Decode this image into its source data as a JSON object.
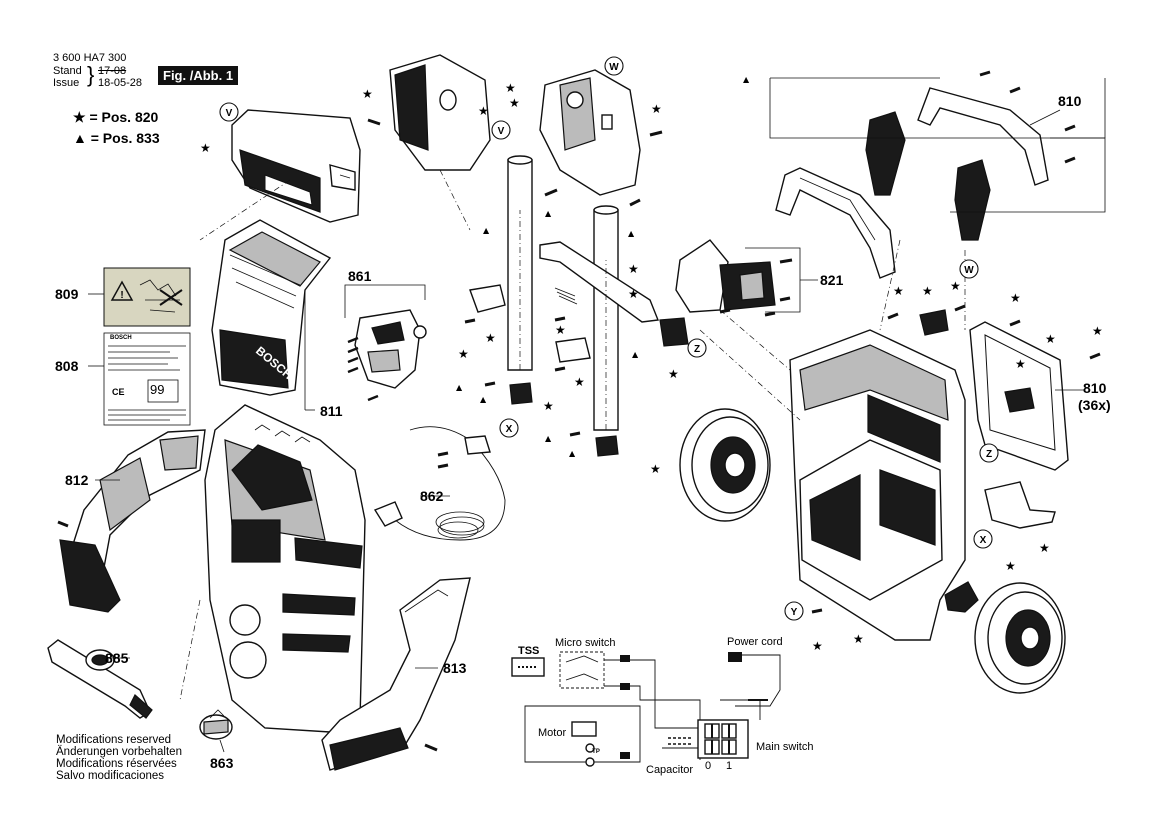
{
  "header": {
    "part_number": "3 600 HA7 300",
    "stand_label": "Stand",
    "issue_label": "Issue",
    "old_date": "17-08",
    "new_date": "18-05-28",
    "figure_label": "Fig. /Abb. 1"
  },
  "legend": {
    "star_text": "★ = Pos. 820",
    "triangle_text": "▲ = Pos. 833"
  },
  "callouts": {
    "p809": "809",
    "p808": "808",
    "p812": "812",
    "p885": "885",
    "p863": "863",
    "p811": "811",
    "p861": "861",
    "p862": "862",
    "p813": "813",
    "p821": "821",
    "p810_top": "810",
    "p810_right": "810",
    "p810_qty": "(36x)"
  },
  "view_markers": {
    "v": "V",
    "w": "W",
    "x": "X",
    "y": "Y",
    "z": "Z"
  },
  "label_808": {
    "brand": "BOSCH",
    "value": "99"
  },
  "wiring": {
    "tss": "TSS",
    "micro_switch": "Micro switch",
    "power_cord": "Power cord",
    "motor": "Motor",
    "capacitor": "Capacitor",
    "main_switch": "Main switch",
    "pos_0": "0",
    "pos_1": "1",
    "tp": "TP"
  },
  "modifications": [
    "Modifications reserved",
    "Änderungen vorbehalten",
    "Modifications réservées",
    "Salvo modificaciones"
  ]
}
